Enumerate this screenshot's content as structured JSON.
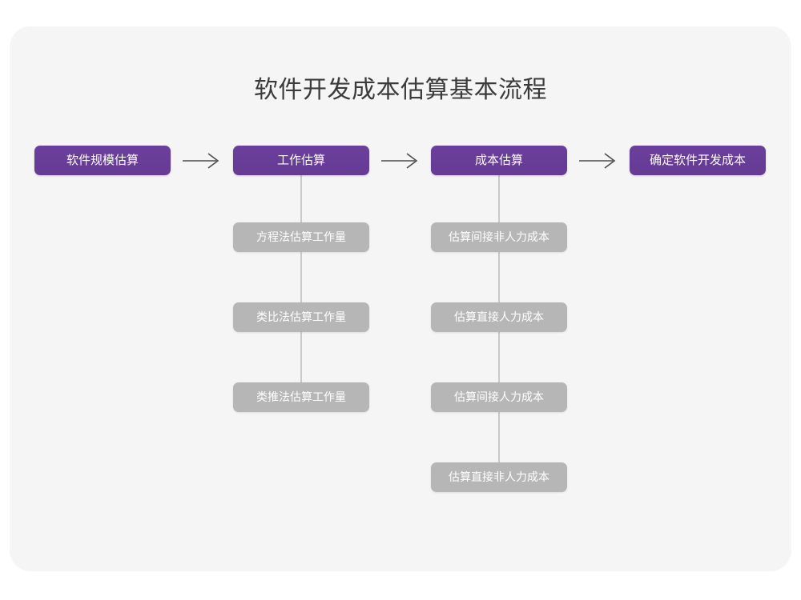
{
  "title": "软件开发成本估算基本流程",
  "theme": {
    "page_background": "#ffffff",
    "canvas_background": "#f5f5f5",
    "stage_color": "#663c96",
    "substep_color": "#b6b6b6",
    "connector_color": "#c9c9c9",
    "title_color": "#3b3b3b",
    "box_text_color": "#ffffff"
  },
  "flow": {
    "arrow_glyph": "arrow-right-icon",
    "stages": [
      {
        "label": "软件规模估算",
        "substeps": []
      },
      {
        "label": "工作估算",
        "substeps": [
          "方程法估算工作量",
          "类比法估算工作量",
          "类推法估算工作量"
        ]
      },
      {
        "label": "成本估算",
        "substeps": [
          "估算间接非人力成本",
          "估算直接人力成本",
          "估算间接人力成本",
          "估算直接非人力成本"
        ]
      },
      {
        "label": "确定软件开发成本",
        "substeps": []
      }
    ]
  }
}
